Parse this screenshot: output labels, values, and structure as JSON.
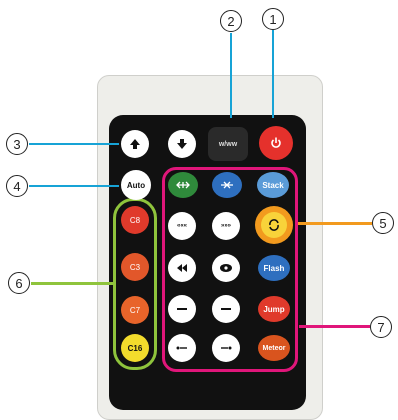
{
  "callouts": [
    "1",
    "2",
    "3",
    "4",
    "5",
    "6",
    "7"
  ],
  "buttons": {
    "ww": "w/ww",
    "auto": "Auto",
    "stack": "Stack",
    "flash": "Flash",
    "jump": "Jump",
    "meteor": "Meteor",
    "c8": "C8",
    "c3": "C3",
    "c7": "C7",
    "c16": "C16",
    "rewind_fast": "«««",
    "forward_fast": "»»»"
  },
  "colors": {
    "callout_line": "#17a3d6",
    "group6_border": "#8fc43c",
    "group7_border": "#e0167a",
    "highlight": "#f29a1e",
    "power": "#e5312c"
  },
  "icons": [
    "power-icon",
    "arrow-up-icon",
    "arrow-down-icon",
    "split-arrows-icon",
    "converge-arrows-icon",
    "loop-icon",
    "eye-icon",
    "minus-icon"
  ]
}
